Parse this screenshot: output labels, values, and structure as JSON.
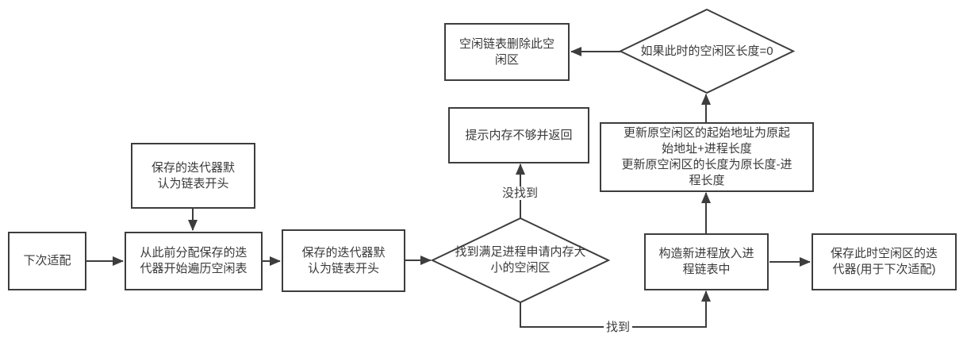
{
  "flowchart": {
    "type": "flowchart",
    "colors": {
      "background": "#ffffff",
      "line": "#3d3d3d",
      "text": "#3a3a3a",
      "node_fill": "#ffffff"
    },
    "nodes": {
      "next_fit": {
        "shape": "rectangle",
        "label": "下次适配"
      },
      "saved_iter_default_top": {
        "shape": "rectangle",
        "label": "保存的迭代器默\n认为链表开头"
      },
      "traverse_from_saved": {
        "shape": "rectangle",
        "label": "从此前分配保存的迭\n代器开始遍历空闲表"
      },
      "saved_iter_default_mid": {
        "shape": "rectangle",
        "label": "保存的迭代器默\n认为链表开头"
      },
      "found_free_area": {
        "shape": "diamond",
        "label": "找到满足进程申请内存大\n小的空闲区"
      },
      "not_enough_memory": {
        "shape": "rectangle",
        "label": "提示内存不够并返回"
      },
      "new_process": {
        "shape": "rectangle",
        "label": "构造新进程放入进\n程链表中"
      },
      "update_free_area": {
        "shape": "rectangle",
        "label": "更新原空闲区的起始地址为原起\n始地址+进程长度\n更新原空闲区的长度为原长度-进\n程长度"
      },
      "free_length_zero": {
        "shape": "diamond",
        "label": "如果此时的空闲区长度=0"
      },
      "delete_free_area": {
        "shape": "rectangle",
        "label": "空闲链表删除此空\n闲区"
      },
      "save_iter_for_next": {
        "shape": "rectangle",
        "label": "保存此时空闲区的迭\n代器(用于下次适配)"
      }
    },
    "edge_labels": {
      "not_found": "没找到",
      "found": "找到"
    },
    "edges": [
      {
        "from": "next_fit",
        "to": "traverse_from_saved",
        "label": ""
      },
      {
        "from": "saved_iter_default_top",
        "to": "traverse_from_saved",
        "label": ""
      },
      {
        "from": "traverse_from_saved",
        "to": "saved_iter_default_mid",
        "label": ""
      },
      {
        "from": "saved_iter_default_mid",
        "to": "found_free_area",
        "label": ""
      },
      {
        "from": "found_free_area",
        "to": "not_enough_memory",
        "label": "没找到"
      },
      {
        "from": "found_free_area",
        "to": "new_process",
        "label": "找到"
      },
      {
        "from": "new_process",
        "to": "update_free_area",
        "label": ""
      },
      {
        "from": "update_free_area",
        "to": "free_length_zero",
        "label": ""
      },
      {
        "from": "free_length_zero",
        "to": "delete_free_area",
        "label": ""
      },
      {
        "from": "new_process",
        "to": "save_iter_for_next",
        "label": ""
      }
    ]
  }
}
